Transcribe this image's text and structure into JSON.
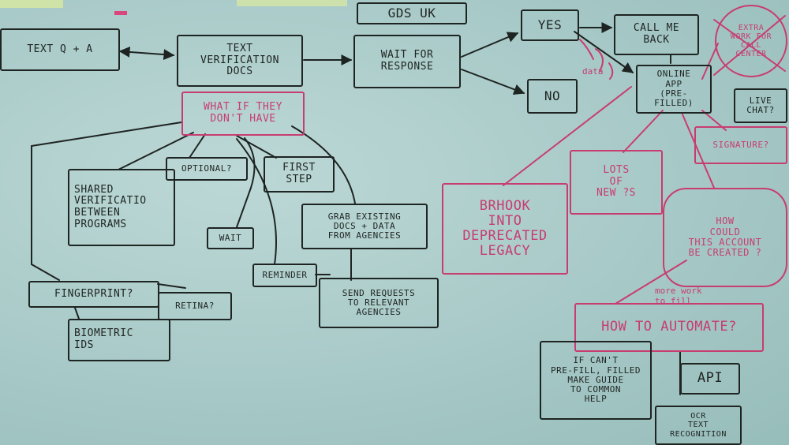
{
  "nodes": {
    "text_qa": "TEXT   Q + A",
    "text_verification": "TEXT\nVERIFICATION\nDOCS",
    "wait_response": "WAIT FOR\nRESPONSE",
    "gds_uk": "GDS UK",
    "yes": "YES",
    "no": "NO",
    "call_me_back": "CALL ME\nBACK",
    "online_app": "ONLINE\nAPP\n(PRE-FILLED)",
    "extra_work": "EXTRA\nWORK for\nCALL\nCENTER",
    "live_chat": "LIVE\nCHAT?",
    "signature": "SIGNATURE?",
    "what_if": "WHAT IF THEY\nDON'T HAVE",
    "optional": "OPTIONAL?",
    "first_step": "FIRST\nSTEP",
    "shared_verification": "SHARED\nVERIFICATIO\nBETWEEN\nPROGRAMS",
    "wait": "WAIT",
    "grab_existing": "GRAB EXISTING\nDOCS + DATA\nFROM AGENCIES",
    "reminder": "REMINDER",
    "send_requests": "SEND REQUESTS\nTO RELEVANT\nAGENCIES",
    "fingerprint": "FINGERPRINT?",
    "retina": "RETINA?",
    "biometric": "BIOMETRIC\nIDs",
    "hook_deprecated": "BRHOOK\nINTO\nDEPRECATED\nLEGACY",
    "lots_of_new": "LOTS\nOF\nNEW ?s",
    "how_account": "how\ncould\nthis account\nbe created ?",
    "how_automate": "how to automate?",
    "more_work": "more work\nto fill",
    "if_cant": "IF CAN'T\nPRE-FILL, FILLED\nMAKE GUIDE\nTO COMMON\nHELP",
    "api": "API",
    "ocr": "OCR\nTEXT\nRECOGNITION",
    "data_note": "data"
  },
  "colors": {
    "ink": "#1e2422",
    "pink": "#c73d70",
    "board": "#a9cbc9",
    "tape_green": "#cfe3a8",
    "tape_pink": "#d9457c"
  }
}
